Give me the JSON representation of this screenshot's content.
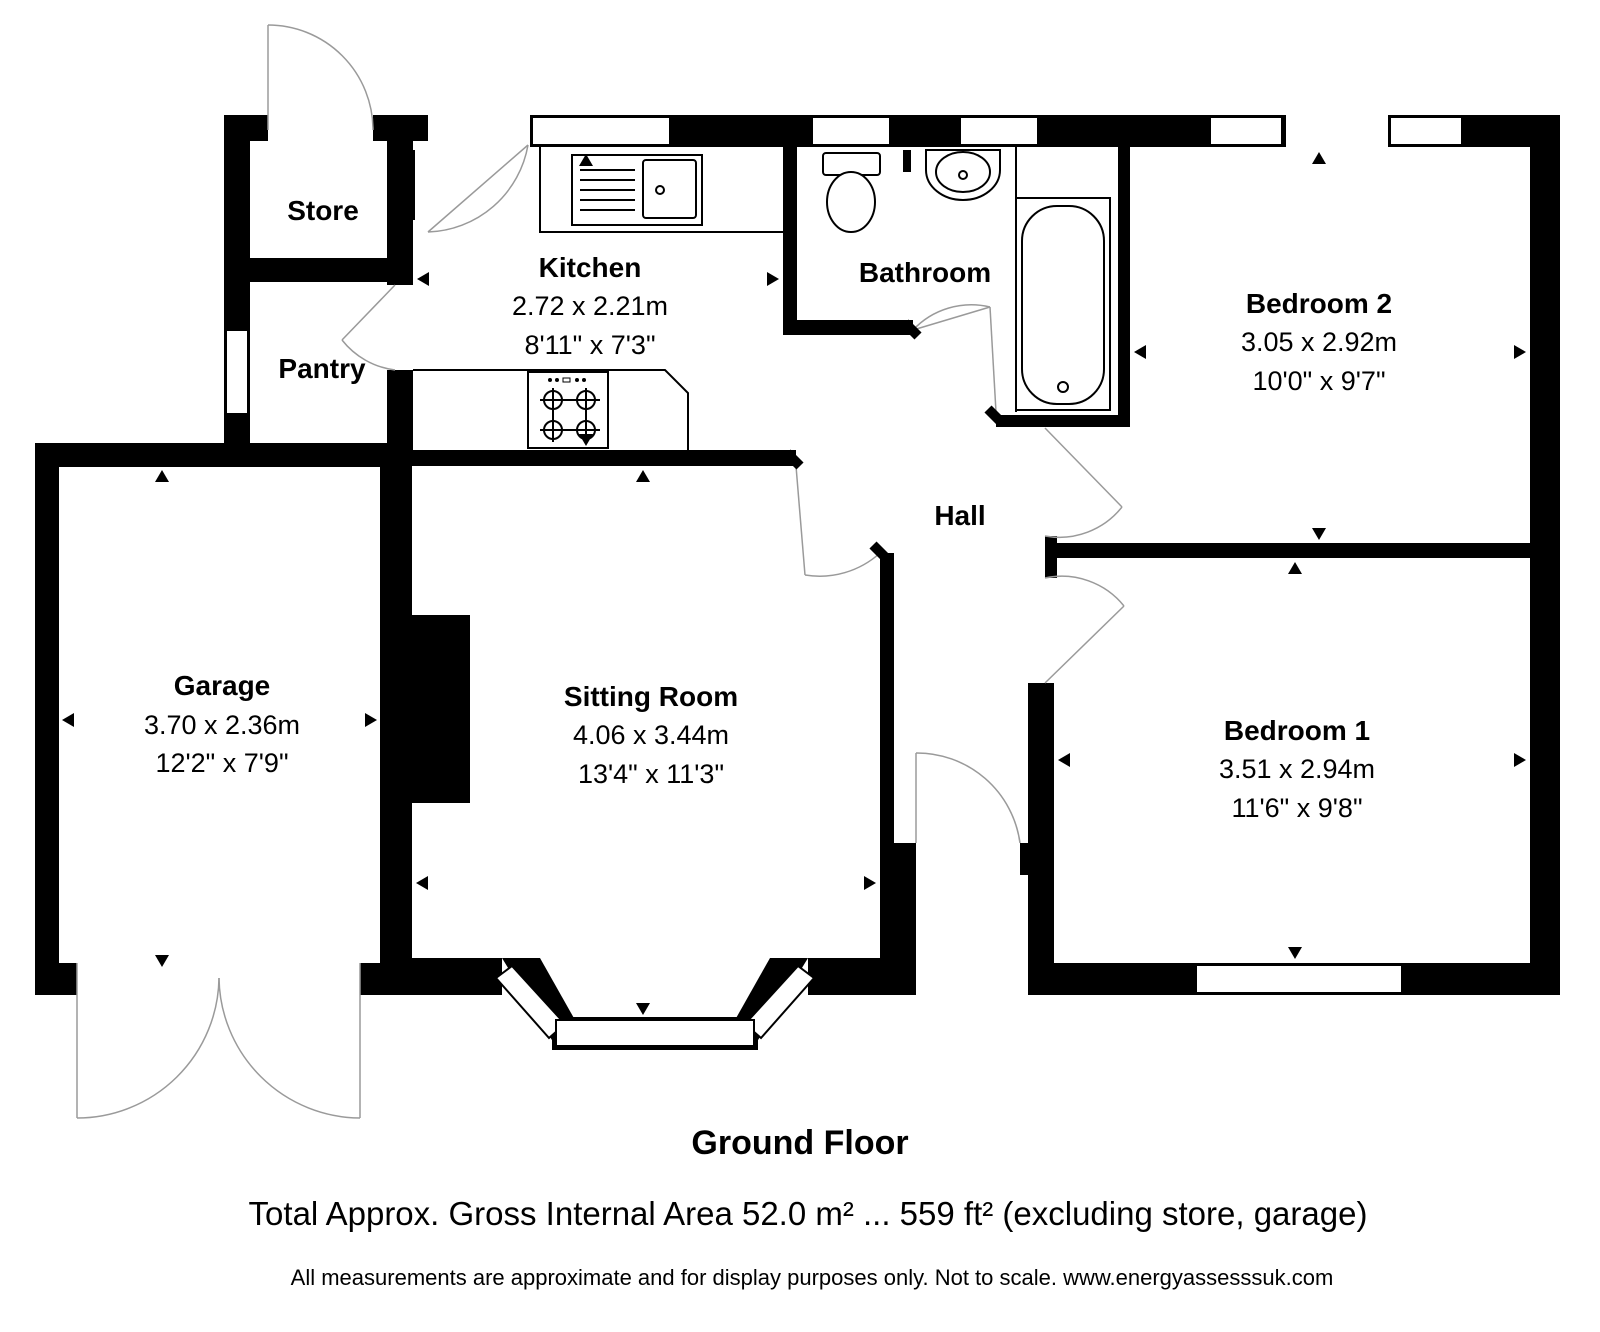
{
  "floor_title": "Ground Floor",
  "area_line": "Total Approx. Gross Internal Area 52.0 m² ... 559 ft² (excluding store, garage)",
  "disclaimer": "All measurements are approximate and for display purposes only. Not to scale. www.energyassesssuk.com",
  "rooms": {
    "store": {
      "name": "Store"
    },
    "pantry": {
      "name": "Pantry"
    },
    "hall": {
      "name": "Hall"
    },
    "bathroom": {
      "name": "Bathroom"
    },
    "kitchen": {
      "name": "Kitchen",
      "metric": "2.72 x 2.21m",
      "imperial": "8'11\" x 7'3\""
    },
    "bedroom2": {
      "name": "Bedroom 2",
      "metric": "3.05 x 2.92m",
      "imperial": "10'0\" x 9'7\""
    },
    "garage": {
      "name": "Garage",
      "metric": "3.70 x 2.36m",
      "imperial": "12'2\" x 7'9\""
    },
    "sitting_room": {
      "name": "Sitting Room",
      "metric": "4.06 x 3.44m",
      "imperial": "13'4\" x 11'3\""
    },
    "bedroom1": {
      "name": "Bedroom 1",
      "metric": "3.51 x 2.94m",
      "imperial": "11'6\" x 9'8\""
    }
  },
  "colors": {
    "wall": "#000000",
    "background": "#ffffff",
    "door_arc": "#9a9a9a"
  }
}
